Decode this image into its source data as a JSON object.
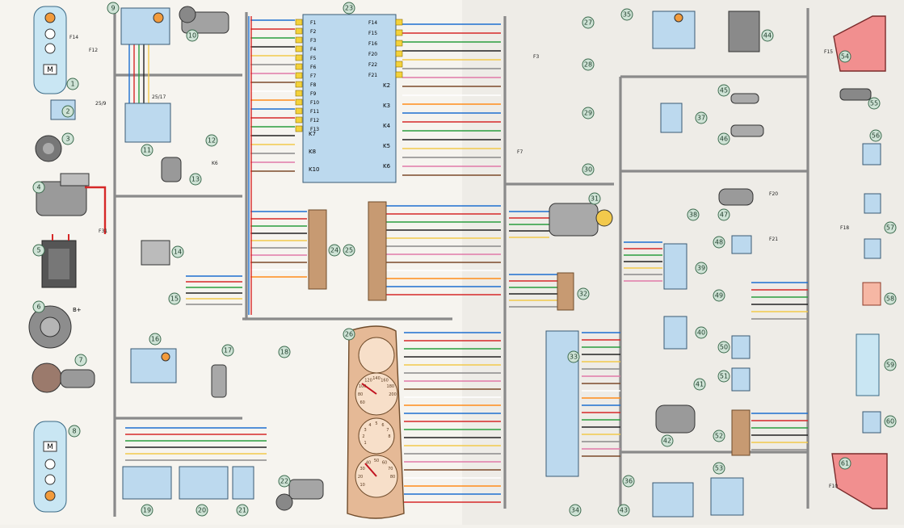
{
  "diagram": {
    "fuse_box": {
      "fuses_left": [
        "F1",
        "F2",
        "F3",
        "F4",
        "F5",
        "F6",
        "F7",
        "F8",
        "F9",
        "F10",
        "F11",
        "F12",
        "F13"
      ],
      "fuses_right": [
        "F14",
        "F15",
        "F16",
        "F20",
        "F22",
        "F21"
      ],
      "relays_left": [
        "K7",
        "K8",
        "K10"
      ],
      "relays_right": [
        "K2",
        "K3",
        "K4",
        "K5",
        "K6"
      ]
    },
    "component_numbers": [
      "1",
      "2",
      "3",
      "4",
      "5",
      "6",
      "7",
      "8",
      "9",
      "10",
      "11",
      "12",
      "13",
      "14",
      "15",
      "16",
      "17",
      "18",
      "19",
      "20",
      "21",
      "22",
      "23",
      "24",
      "25",
      "26",
      "27",
      "28",
      "29",
      "30",
      "31",
      "32",
      "33",
      "34",
      "35",
      "36",
      "37",
      "38",
      "39",
      "40",
      "41",
      "42",
      "43",
      "44",
      "45",
      "46",
      "47",
      "48",
      "49",
      "50",
      "51",
      "52",
      "53",
      "54",
      "55",
      "56",
      "57",
      "58",
      "59",
      "60",
      "61"
    ],
    "labels": {
      "m": "M",
      "b_plus": "B+",
      "r25_9": "25/9",
      "r25_17": "25/17",
      "k6_num": "K6",
      "k6": "K6",
      "f14_num": "F14",
      "f12_num": "F12",
      "f31": "F31",
      "f7": "F7",
      "f3": "F3",
      "f10": "F10",
      "f20": "F20",
      "f21": "F21",
      "f18": "F18",
      "f15": "F15"
    },
    "gauge_ticks": [
      "60",
      "80",
      "100",
      "120",
      "140",
      "160",
      "180",
      "200",
      "1",
      "2",
      "3",
      "4",
      "5",
      "6",
      "7",
      "8",
      "10",
      "20",
      "30",
      "40",
      "50",
      "60",
      "70",
      "80"
    ]
  }
}
